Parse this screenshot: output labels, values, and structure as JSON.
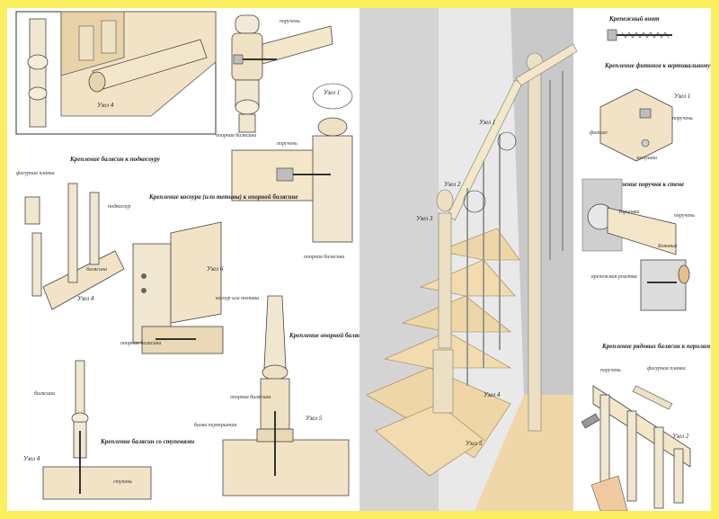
{
  "detail_1": {
    "node": "Узел 1",
    "handrail": "поручень",
    "post": "опорная балясина"
  },
  "detail_2": {
    "handrail": "поручень",
    "post": "опорная балясина"
  },
  "detail_3": {
    "title": "Крепление балясин к подкосоуру",
    "strip": "фигурная планка",
    "kosour": "подкосоур",
    "baluster": "балясина",
    "node": "Узел 4"
  },
  "detail_4": {
    "title": "Крепление косоура (или тетивы) к опорной балясине",
    "node": "Узел 6",
    "kosour": "косоур или тетива",
    "post": "опорная балясина"
  },
  "detail_5": {
    "title": "Крепление опорной балясины к перекрытию",
    "post": "опорная балясина",
    "beam": "балка перекрытия",
    "node": "Узел 5"
  },
  "detail_6": {
    "title": "Крепление балясин со ступенями",
    "baluster": "балясина",
    "node": "Узел 4",
    "step": "ступень"
  },
  "top_left_node": "Узел 4",
  "staircase": {
    "n1": "Узел 1",
    "n2": "Узел 2",
    "n3": "Узел 3",
    "n4": "Узел 4",
    "n5": "Узел 5"
  },
  "screw_panel": {
    "title": "Крепежный винт",
    "fitting_title": "Крепление фитинга к вертикальному поручню",
    "node": "Узел 1",
    "handrail": "поручень",
    "fitting": "фитинг",
    "nut": "заглушка"
  },
  "wall_panel": {
    "title": "Крепление поручня к стене",
    "bracket": "Торцовка",
    "handrail": "поручень",
    "wall": "Боковые",
    "nut": "крепежная розетка"
  },
  "rail_panel": {
    "title": "Крепление рядовых балясин к перилам",
    "handrail": "поручень",
    "strip": "фигурная планка",
    "node": "Узел 2"
  }
}
